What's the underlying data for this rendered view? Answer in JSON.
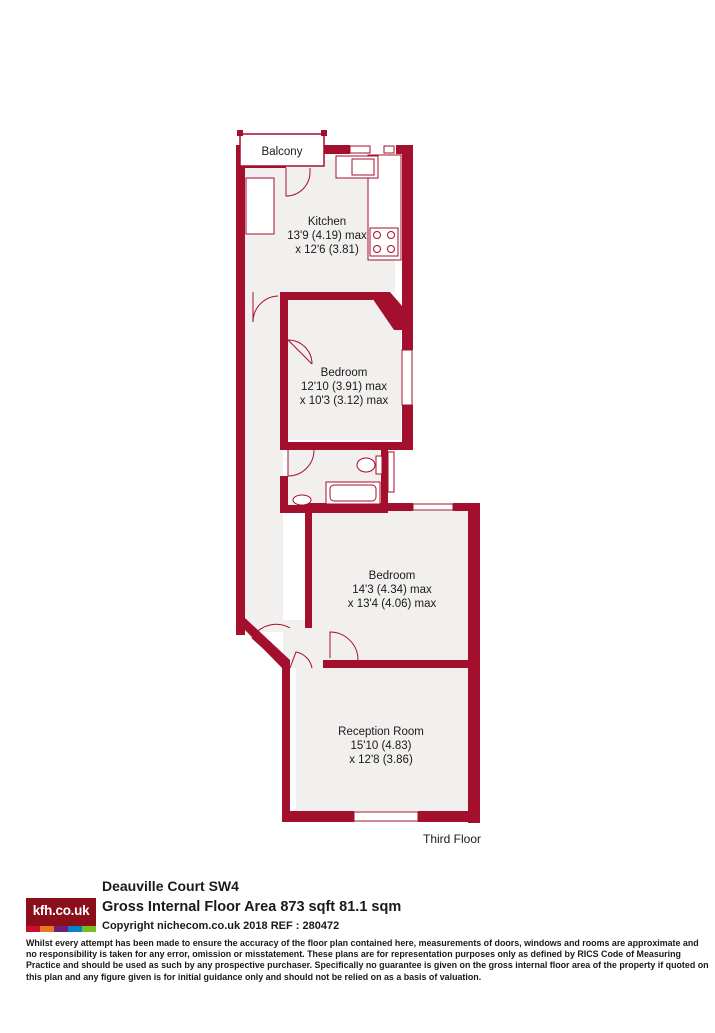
{
  "rooms": {
    "balcony": {
      "name": "Balcony"
    },
    "kitchen": {
      "name": "Kitchen",
      "dim1": "13'9 (4.19) max",
      "dim2": "x 12'6 (3.81)"
    },
    "bedroom1": {
      "name": "Bedroom",
      "dim1": "12'10 (3.91) max",
      "dim2": "x 10'3 (3.12) max"
    },
    "bedroom2": {
      "name": "Bedroom",
      "dim1": "14'3 (4.34) max",
      "dim2": "x 13'4 (4.06) max"
    },
    "reception": {
      "name": "Reception Room",
      "dim1": "15'10 (4.83)",
      "dim2": "x 12'8 (3.86)"
    }
  },
  "floor_label": "Third Floor",
  "colors": {
    "wall": "#a30f2d",
    "floor": "#f2f0ee",
    "line": "#a30f2d"
  },
  "footer": {
    "logo_text": "kfh.co.uk",
    "logo_stripe_colors": [
      "#c8102e",
      "#e87722",
      "#6d2077",
      "#0085ca",
      "#78be20"
    ],
    "title": "Deauville Court  SW4",
    "area": "Gross Internal Floor Area 873 sqft 81.1 sqm",
    "copyright": "Copyright nichecom.co.uk 2018 REF : 280472",
    "disclaimer": "Whilst every attempt has been made to ensure the accuracy of the floor plan contained here, measurements of doors, windows and rooms are approximate and no responsibility is taken for any error, omission or misstatement.  These plans are for representation purposes only as defined by RICS Code of Measuring Practice and should be used as such by any prospective purchaser.  Specifically no guarantee is given on the gross internal floor area of the property if quoted on this plan and any figure given is for initial guidance only and should not be relied on as a basis of valuation."
  }
}
